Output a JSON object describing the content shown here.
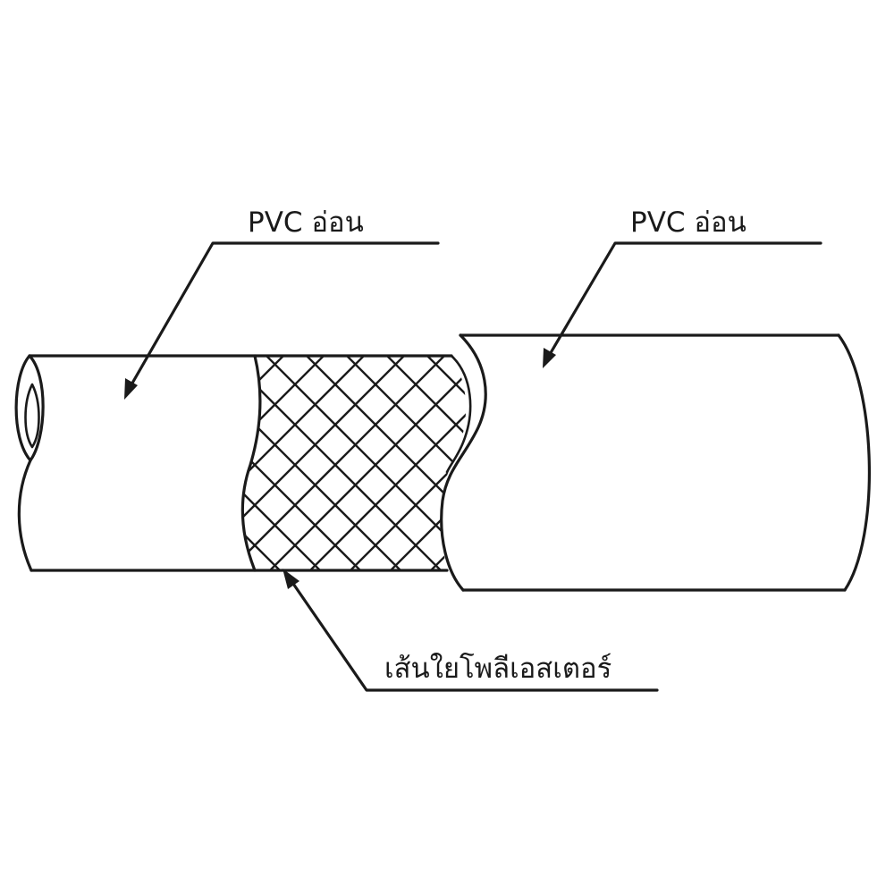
{
  "labels": {
    "inner_layer": "PVC อ่อน",
    "outer_layer": "PVC อ่อน",
    "reinforcement": "เส้นใยโพลีเอสเตอร์"
  },
  "colors": {
    "line": "#1a1a1a",
    "background": "#ffffff"
  }
}
